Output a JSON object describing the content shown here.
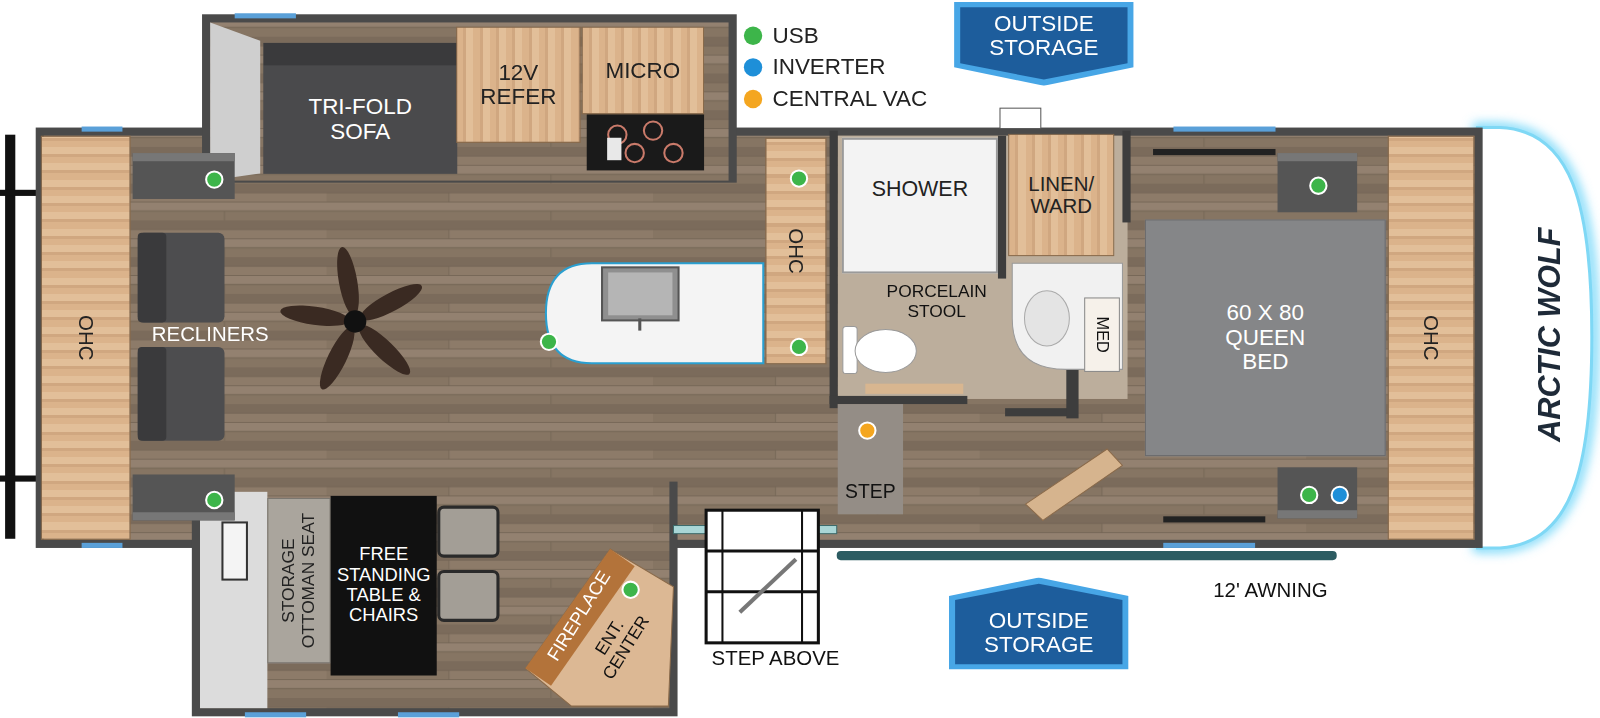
{
  "diagram": {
    "nodes": [
      {
        "text": [
          "OUTSIDE STORAGE"
        ]
      },
      {
        "text": [
          "TRI-FOLD SOFA"
        ]
      },
      {
        "text": [
          "12V REFER"
        ]
      },
      {
        "text": [
          "MICRO"
        ]
      },
      {
        "text": [
          "OHC"
        ]
      },
      {
        "text": [
          "OHC"
        ]
      },
      {
        "text": [
          "SHOWER"
        ]
      },
      {
        "text": [
          "LINEN/ WARD"
        ]
      },
      {
        "text": [
          "60 X 80 QUEEN BED"
        ]
      },
      {
        "text": [
          "OHC"
        ]
      },
      {
        "text": [
          "STORAGE OTTOMAN SEAT"
        ]
      },
      {
        "text": [
          "FREE STANDING TABLE & CHAIRS"
        ]
      },
      {
        "text": [
          "OUTSIDE STORAGE"
        ]
      }
    ],
    "labels": [
      "RECLINERS",
      "PORCELAIN STOOL",
      "MED",
      "STEP",
      "FIREPLACE",
      "ENT. CENTER",
      "STEP ABOVE",
      "12' AWNING",
      "ARCTIC WOLF"
    ],
    "legend": [
      {
        "text": "USB",
        "color": "#3db54a"
      },
      {
        "text": "INVERTER",
        "color": "#1e8fd8"
      },
      {
        "text": "CENTRAL VAC",
        "color": "#f4a620"
      }
    ]
  }
}
